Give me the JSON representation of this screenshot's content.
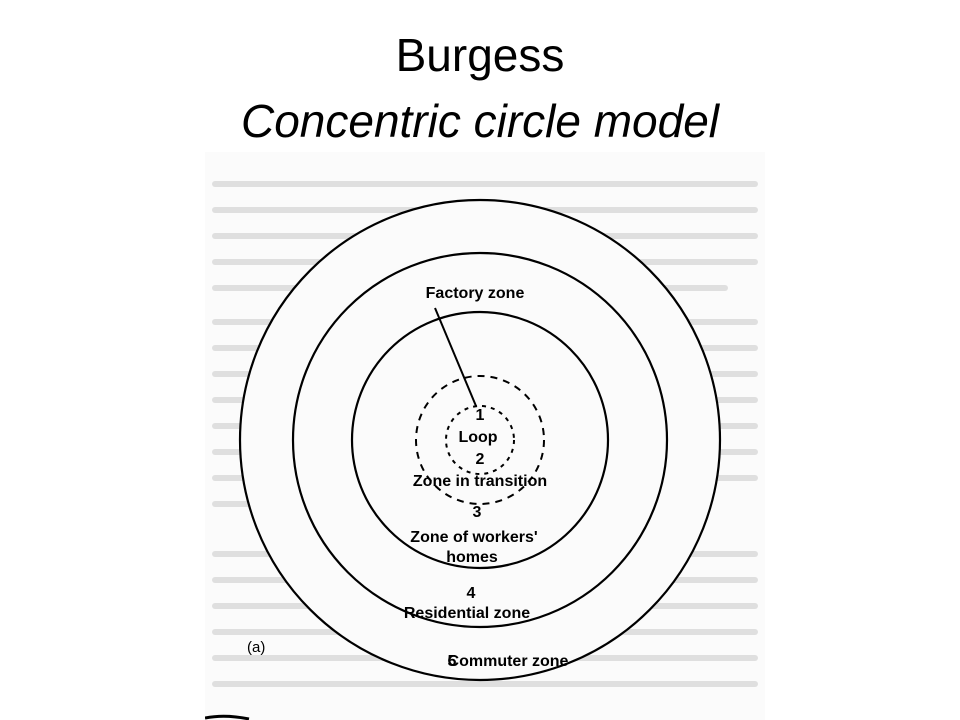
{
  "slide": {
    "title": "Burgess",
    "subtitle": "Concentric circle model"
  },
  "diagram": {
    "figure_label": "(a)",
    "zones": [
      {
        "number": "1",
        "name": "Loop"
      },
      {
        "number": "2",
        "name": "Zone in transition"
      },
      {
        "number": "3",
        "name": "Zone of workers'",
        "name_line2": "homes"
      },
      {
        "number": "4",
        "name": "Residential zone"
      },
      {
        "number": "5",
        "name": "Commuter zone"
      }
    ],
    "pointer_label": "Factory zone"
  },
  "colors": {
    "text": "#000000",
    "background_text": "#c9c9c9",
    "scan_background": "#fbfbfb"
  }
}
